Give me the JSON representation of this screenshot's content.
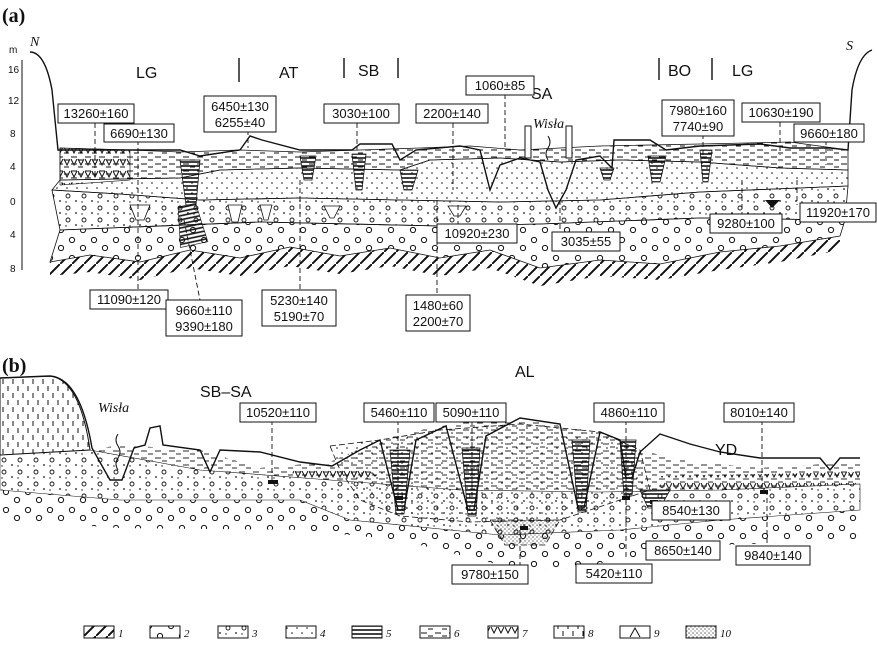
{
  "panel_a": {
    "label": "(a)",
    "north": "N",
    "south": "S",
    "axis_unit": "m",
    "axis_ticks": [
      "16",
      "12",
      "8",
      "4",
      "0",
      "4",
      "8"
    ],
    "units": [
      "LG",
      "AT",
      "SB",
      "SA",
      "BO",
      "LG"
    ],
    "river": "Wisła",
    "dates": [
      "13260±160",
      "6690±130",
      "6450±130",
      "6255±40",
      "3030±100",
      "2200±140",
      "1060±85",
      "7980±160",
      "7740±90",
      "10630±190",
      "9660±180",
      "11090±120",
      "9660±110",
      "9390±180",
      "5230±140",
      "5190±70",
      "1480±60",
      "2200±70",
      "10920±230",
      "3035±55",
      "9280±100",
      "11920±170"
    ]
  },
  "panel_b": {
    "label": "(b)",
    "units": [
      "SB–SA",
      "AL",
      "YD"
    ],
    "river": "Wisła",
    "dates": [
      "10520±110",
      "5460±110",
      "5090±110",
      "4860±110",
      "8010±140",
      "8540±130",
      "8650±140",
      "9840±140",
      "9780±150",
      "5420±110"
    ]
  },
  "legend": [
    "1",
    "2",
    "3",
    "4",
    "5",
    "6",
    "7",
    "8",
    "9",
    "10"
  ]
}
